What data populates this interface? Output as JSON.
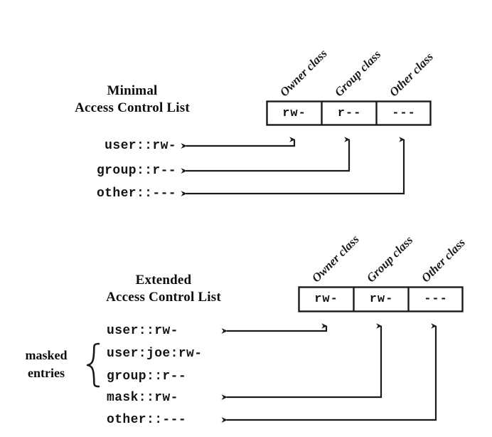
{
  "diagram": {
    "title_hidden": "POSIX Access Control List structure",
    "sections": [
      {
        "id": "minimal",
        "title_line1": "Minimal",
        "title_line2": "Access Control List",
        "class_labels": [
          "Owner class",
          "Group class",
          "Other class"
        ],
        "permissions": [
          "rw-",
          "r--",
          "---"
        ],
        "entries": [
          {
            "text": "user::rw-",
            "arrow": true,
            "target": 0
          },
          {
            "text": "group::r--",
            "arrow": true,
            "target": 1
          },
          {
            "text": "other::---",
            "arrow": true,
            "target": 2
          }
        ]
      },
      {
        "id": "extended",
        "title_line1": "Extended",
        "title_line2": "Access Control List",
        "class_labels": [
          "Owner class",
          "Group class",
          "Other class"
        ],
        "permissions": [
          "rw-",
          "rw-",
          "---"
        ],
        "masked_label_line1": "masked",
        "masked_label_line2": "entries",
        "entries": [
          {
            "text": "user::rw-",
            "arrow": true,
            "target": 0,
            "masked": false
          },
          {
            "text": "user:joe:rw-",
            "arrow": false,
            "target": null,
            "masked": true
          },
          {
            "text": "group::r--",
            "arrow": false,
            "target": null,
            "masked": true
          },
          {
            "text": "mask::rw-",
            "arrow": true,
            "target": 1,
            "masked": false
          },
          {
            "text": "other::---",
            "arrow": true,
            "target": 2,
            "masked": false
          }
        ]
      }
    ],
    "colors": {
      "ink": "#111111",
      "background": "#ffffff",
      "line": "#1a1a1a"
    }
  }
}
